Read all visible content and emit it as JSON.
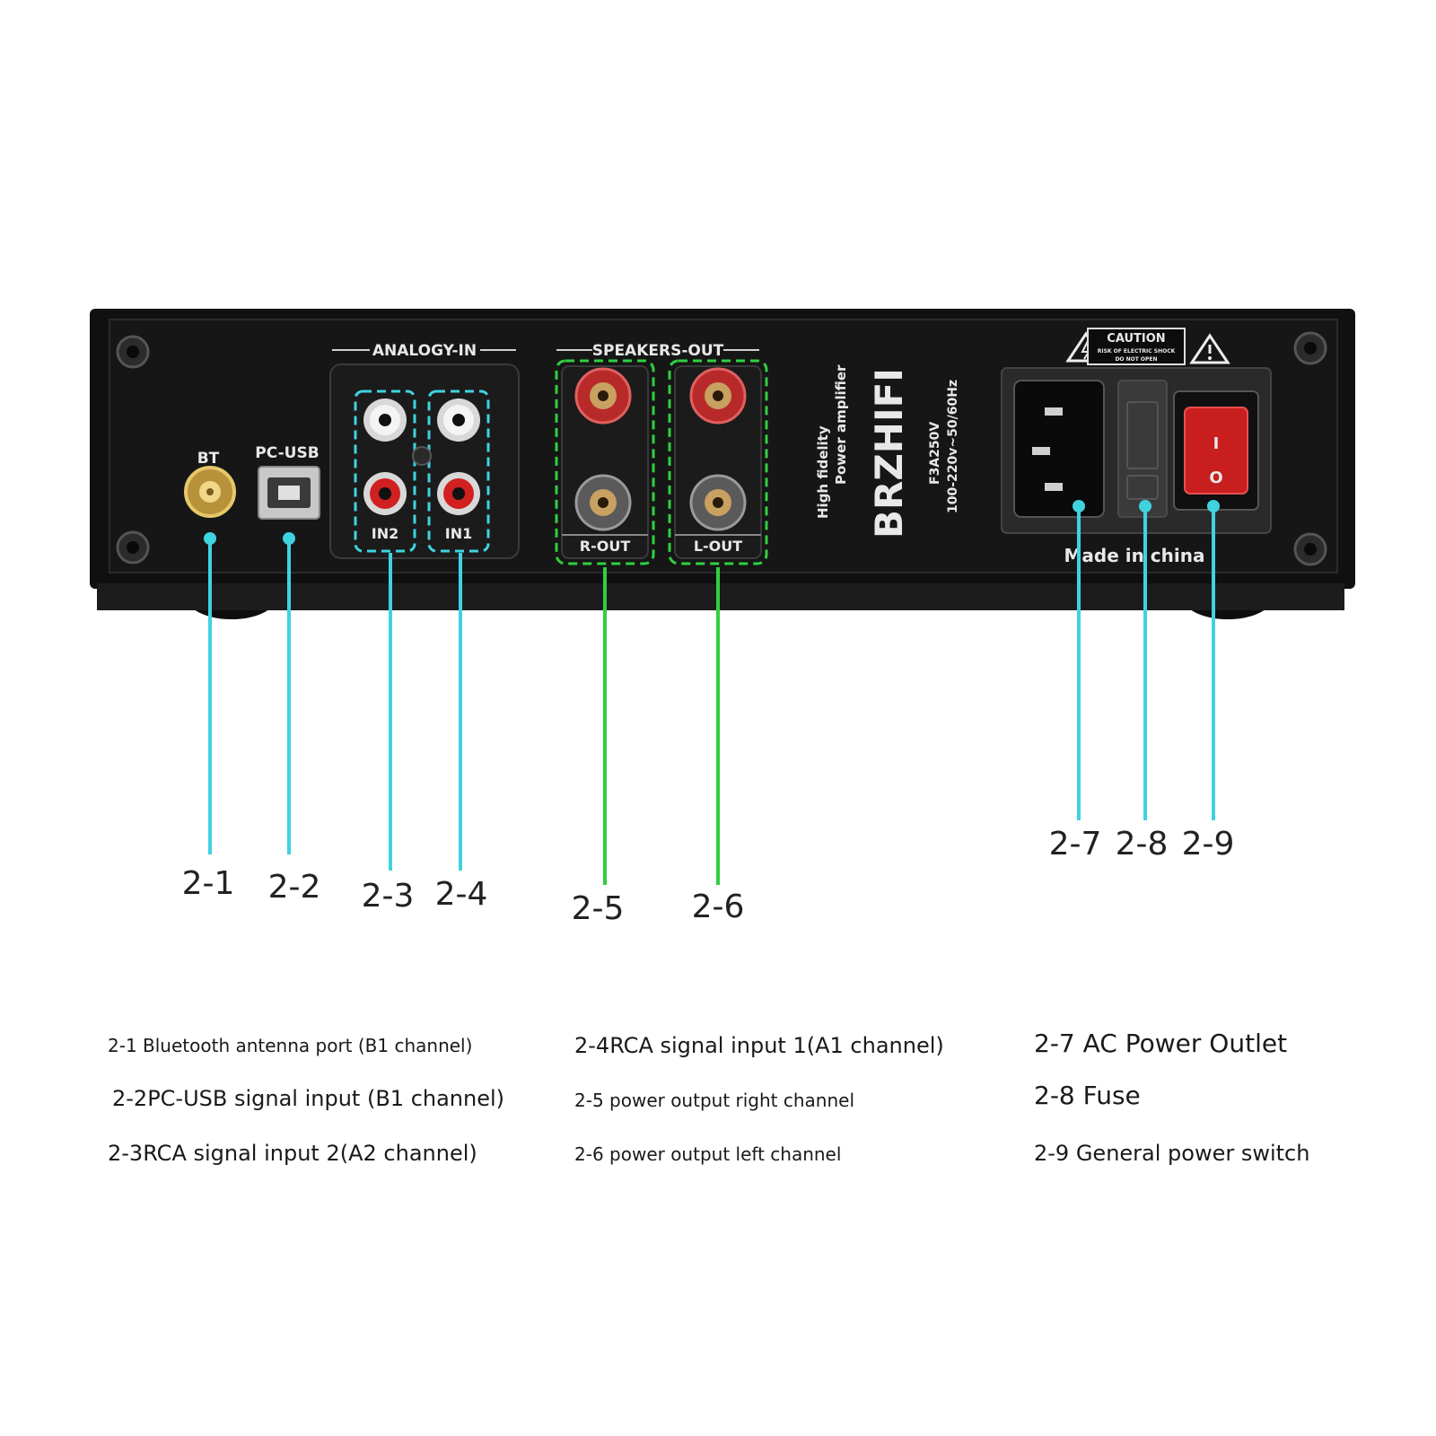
{
  "panel": {
    "analog_in_title": "ANALOGY-IN",
    "speakers_out_title": "SPEAKERS-OUT",
    "bt_label": "BT",
    "usb_label": "PC-USB",
    "in2_label": "IN2",
    "in1_label": "IN1",
    "rout_label": "R-OUT",
    "lout_label": "L-OUT",
    "brand": "BRZHIFI",
    "tagline_1": "High fidelity",
    "tagline_2": "Power amplifier",
    "model": "F3A250V",
    "voltage": "100-220v~50/60Hz",
    "caution": "CAUTION",
    "caution_sub_1": "RISK OF ELECTRIC SHOCK",
    "caution_sub_2": "DO NOT OPEN",
    "made_in": "Made in china",
    "switch_on": "I",
    "switch_off": "O"
  },
  "callouts": [
    "2-1",
    "2-2",
    "2-3",
    "2-4",
    "2-5",
    "2-6",
    "2-7",
    "2-8",
    "2-9"
  ],
  "legend": {
    "col1": [
      "2-1 Bluetooth antenna port (B1 channel)",
      "2-2PC-USB signal input (B1 channel)",
      "2-3RCA signal input 2(A2 channel)"
    ],
    "col2": [
      "2-4RCA signal input 1(A1 channel)",
      "2-5 power output right channel",
      "2-6 power output left channel"
    ],
    "col3": [
      "2-7 AC Power Outlet",
      "2-8 Fuse",
      "2-9 General power switch"
    ]
  },
  "colors": {
    "cyan_leader": "#3fd3e0",
    "green_leader": "#2fd040",
    "panel": "#141414",
    "rca_red": "#d02020",
    "switch_red": "#c81e1e"
  }
}
